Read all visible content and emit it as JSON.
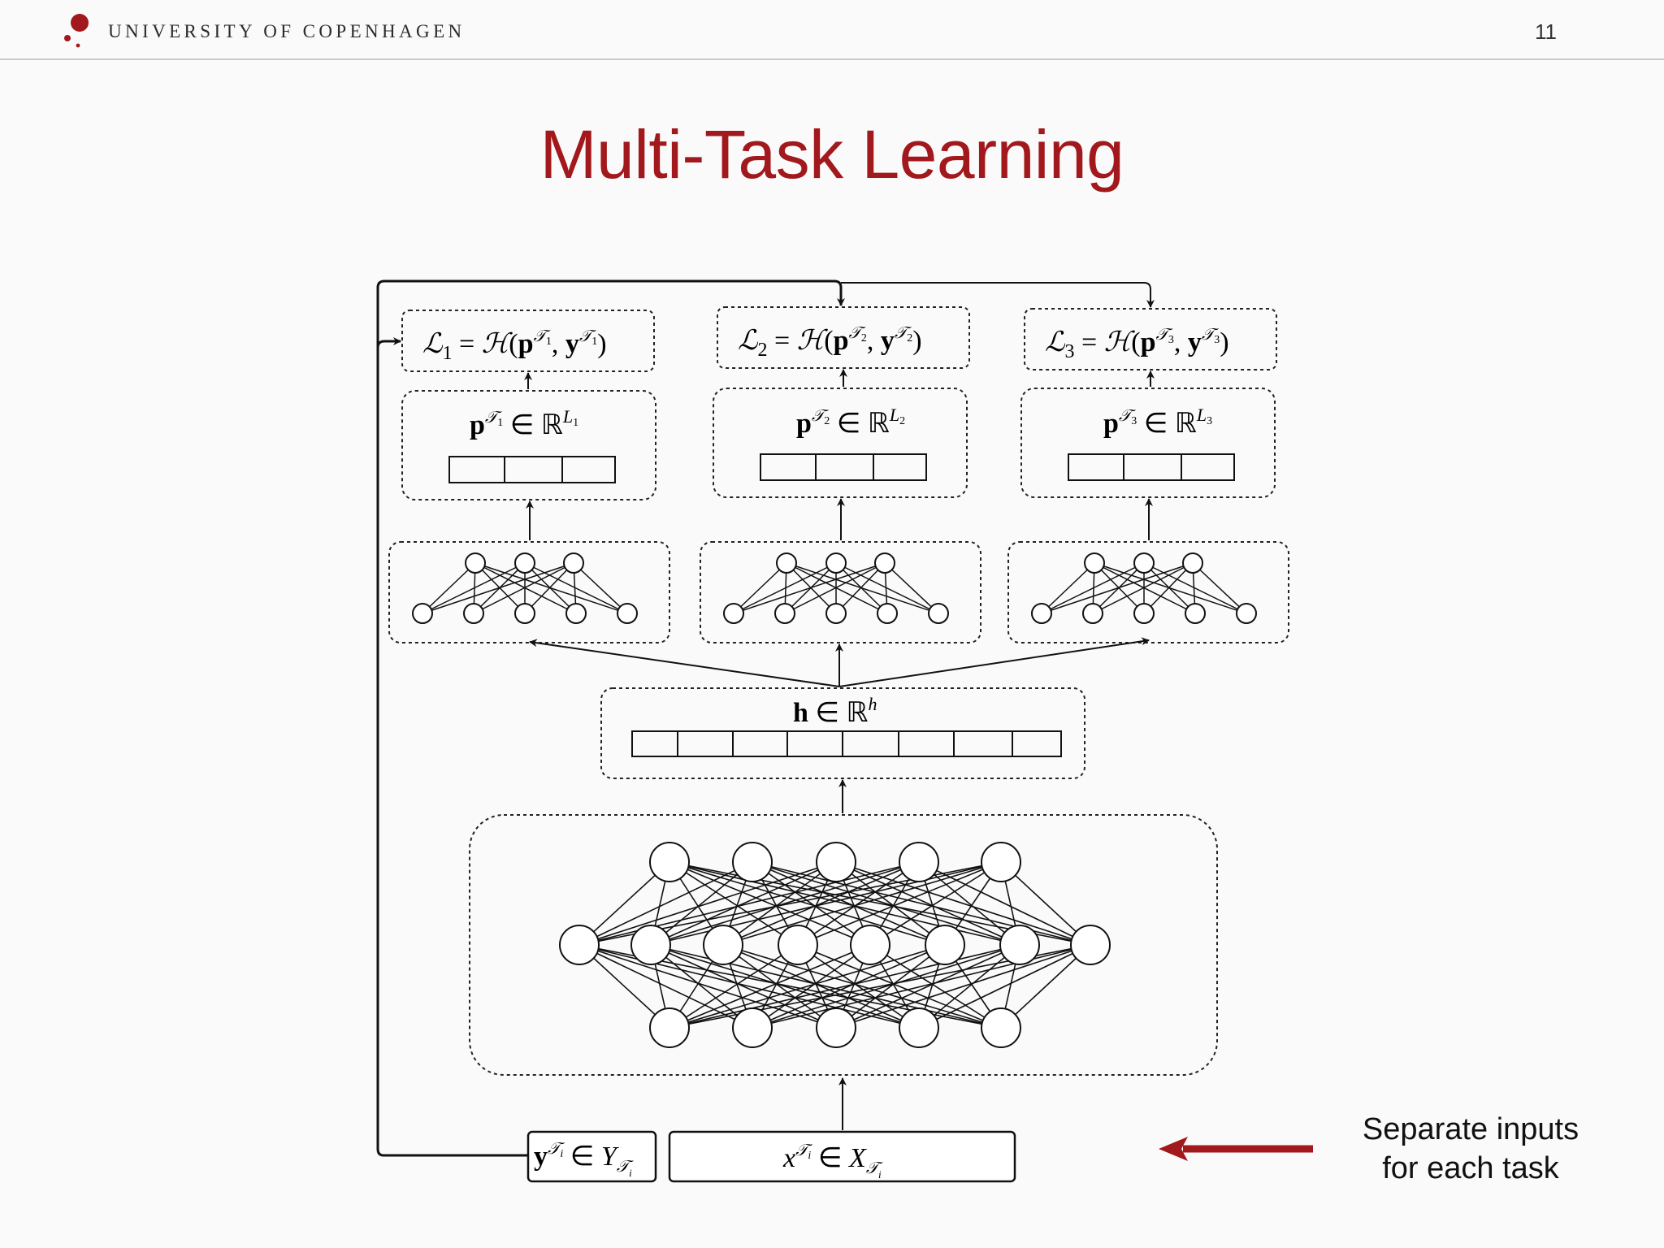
{
  "header": {
    "institution": "UNIVERSITY OF COPENHAGEN",
    "page_number": "11",
    "logo_color": "#a2191d"
  },
  "slide": {
    "title": "Multi-Task Learning",
    "title_color": "#a2191d"
  },
  "diagram": {
    "tasks": [
      {
        "loss_name": "ℒ",
        "loss_index": "1",
        "task_sub": "1",
        "pred_dim_sub": "1"
      },
      {
        "loss_name": "ℒ",
        "loss_index": "2",
        "task_sub": "2",
        "pred_dim_sub": "2"
      },
      {
        "loss_name": "ℒ",
        "loss_index": "3",
        "task_sub": "3",
        "pred_dim_sub": "3"
      }
    ],
    "hidden": {
      "symbol": "h",
      "in": "∈",
      "space": "ℝ",
      "exponent": "h"
    },
    "inputs": {
      "label_symbol": "y",
      "label_set": "Y",
      "input_symbol": "x",
      "input_set": "X",
      "task_letter": "𝒯",
      "task_index": "i"
    },
    "symbols": {
      "entropy": "ℋ",
      "pred": "p",
      "label": "y",
      "in": "∈",
      "reals": "ℝ",
      "dim": "L"
    }
  },
  "annotation": {
    "text_line1": "Separate inputs",
    "text_line2": "for each task",
    "arrow_color": "#a2191d"
  }
}
